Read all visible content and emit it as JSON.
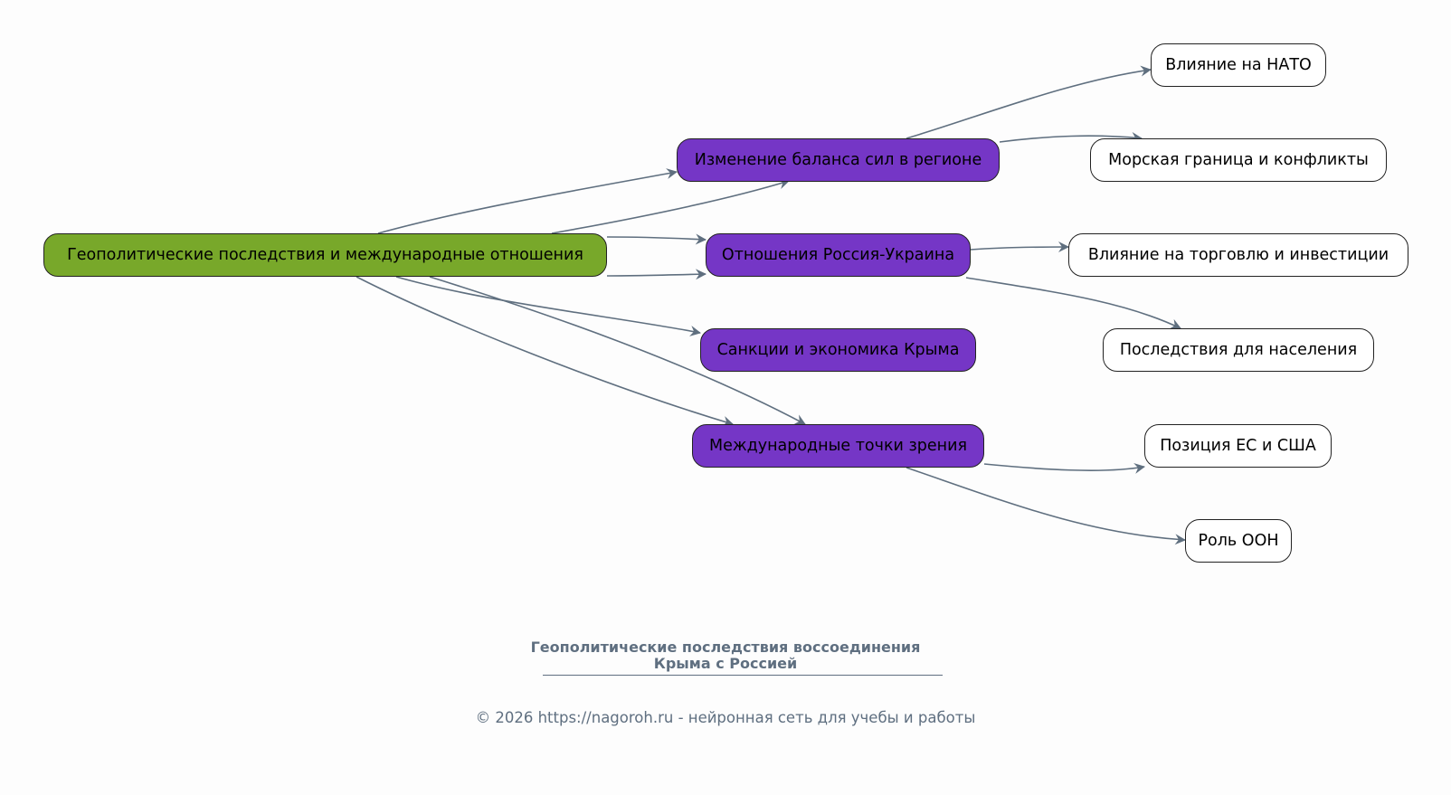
{
  "diagram": {
    "edge_color": "#5f6f7f",
    "colors": {
      "root": "#78a82a",
      "branch": "#7536c6",
      "leaf": "#ffffff"
    },
    "root": {
      "id": "root",
      "label": "Геополитические последствия и международные отношения"
    },
    "branches": [
      {
        "id": "b1",
        "label": "Изменение баланса сил в регионе"
      },
      {
        "id": "b2",
        "label": "Отношения Россия-Украина"
      },
      {
        "id": "b3",
        "label": "Санкции и экономика Крыма"
      },
      {
        "id": "b4",
        "label": "Международные точки зрения"
      }
    ],
    "leaves": [
      {
        "id": "l1",
        "label": "Влияние на НАТО"
      },
      {
        "id": "l2",
        "label": "Морская граница и конфликты"
      },
      {
        "id": "l3",
        "label": "Влияние на торговлю и инвестиции"
      },
      {
        "id": "l4",
        "label": "Последствия для населения"
      },
      {
        "id": "l5",
        "label": "Позиция ЕС и США"
      },
      {
        "id": "l6",
        "label": "Роль ООН"
      }
    ],
    "edges": [
      {
        "from": "root",
        "to": "b1"
      },
      {
        "from": "root",
        "to": "b1"
      },
      {
        "from": "root",
        "to": "b2"
      },
      {
        "from": "root",
        "to": "b2"
      },
      {
        "from": "root",
        "to": "b3"
      },
      {
        "from": "root",
        "to": "b4"
      },
      {
        "from": "root",
        "to": "b4"
      },
      {
        "from": "b1",
        "to": "l1"
      },
      {
        "from": "b1",
        "to": "l2"
      },
      {
        "from": "b2",
        "to": "l3"
      },
      {
        "from": "b2",
        "to": "l4"
      },
      {
        "from": "b4",
        "to": "l5"
      },
      {
        "from": "b4",
        "to": "l6"
      }
    ]
  },
  "footer": {
    "title_line1": "Геополитические последствия воссоединения",
    "title_line2": "Крыма с Россией",
    "copyright": "© 2026 https://nagoroh.ru - нейронная сеть для учебы и работы"
  }
}
